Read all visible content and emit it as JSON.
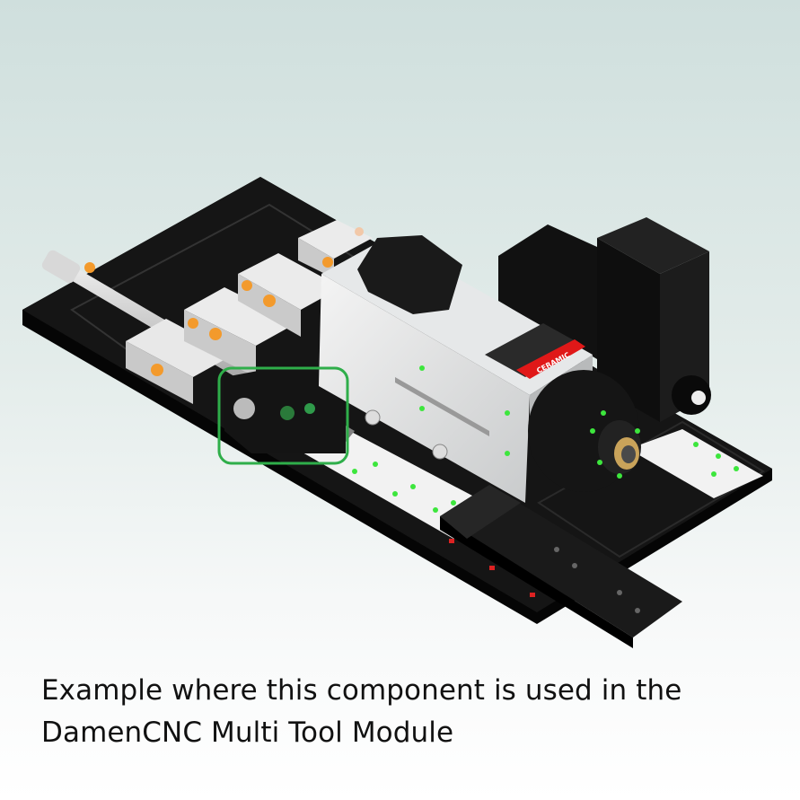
{
  "caption": {
    "line1": "Example where this component is used in the",
    "line2": "DamenCNC Multi Tool Module"
  },
  "render": {
    "spindle_label": "CERAMIC",
    "highlight_color": "#2fae4a",
    "marker_color": "#39e639",
    "plate_color": "#0b0b0b"
  }
}
